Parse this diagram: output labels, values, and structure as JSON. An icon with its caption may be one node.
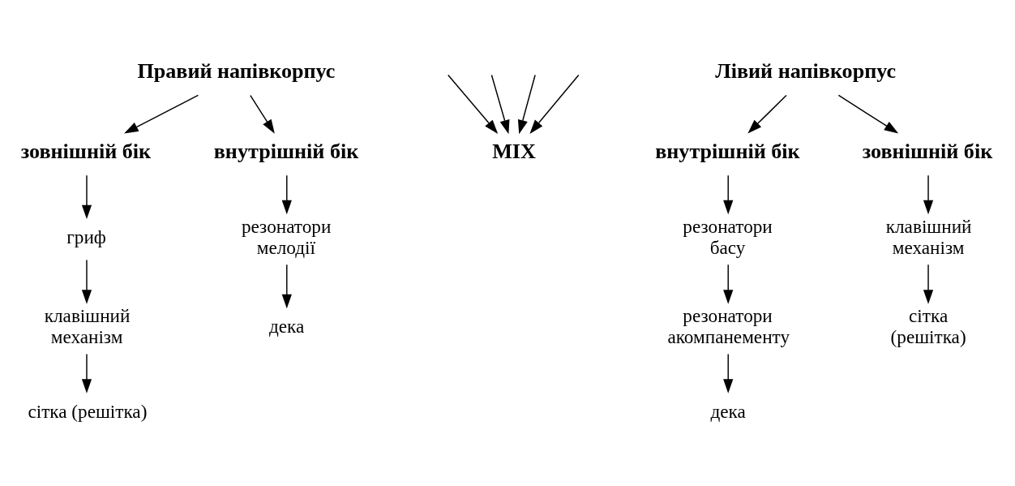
{
  "diagram": {
    "nodes": [
      {
        "text": [
          "Правий напівкорпус"
        ]
      },
      {
        "text": [
          "зовнішній бік"
        ]
      },
      {
        "text": [
          "внутрішній бік"
        ]
      },
      {
        "text": [
          "гриф"
        ]
      },
      {
        "text": [
          "клавішний механізм"
        ]
      },
      {
        "text": [
          "сітка (решітка)"
        ]
      },
      {
        "text": [
          "резонатори мелодії"
        ]
      },
      {
        "text": [
          "дека"
        ]
      },
      {
        "text": [
          "MIX"
        ]
      },
      {
        "text": [
          "Лівий напівкорпус"
        ]
      },
      {
        "text": [
          "внутрішній бік"
        ]
      },
      {
        "text": [
          "зовнішній бік"
        ]
      },
      {
        "text": [
          "резонатори басу"
        ]
      },
      {
        "text": [
          "резонатори акомпанементу"
        ]
      },
      {
        "text": [
          "дека"
        ]
      },
      {
        "text": [
          "клавішний механізм"
        ]
      },
      {
        "text": [
          "сітка (решітка)"
        ]
      }
    ],
    "edges": [
      {
        "from": 0,
        "to": 1,
        "arrow": "to"
      },
      {
        "from": 0,
        "to": 2,
        "arrow": "to"
      },
      {
        "from": 1,
        "to": 3,
        "arrow": "to"
      },
      {
        "from": 3,
        "to": 4,
        "arrow": "to"
      },
      {
        "from": 4,
        "to": 5,
        "arrow": "to"
      },
      {
        "from": 2,
        "to": 6,
        "arrow": "to"
      },
      {
        "from": 6,
        "to": 7,
        "arrow": "to"
      },
      {
        "from": null,
        "to": 8,
        "arrow": "to"
      },
      {
        "from": null,
        "to": 8,
        "arrow": "to"
      },
      {
        "from": null,
        "to": 8,
        "arrow": "to"
      },
      {
        "from": null,
        "to": 8,
        "arrow": "to"
      },
      {
        "from": 9,
        "to": 10,
        "arrow": "to"
      },
      {
        "from": 9,
        "to": 11,
        "arrow": "to"
      },
      {
        "from": 10,
        "to": 12,
        "arrow": "to"
      },
      {
        "from": 12,
        "to": 13,
        "arrow": "to"
      },
      {
        "from": 13,
        "to": 14,
        "arrow": "to"
      },
      {
        "from": 11,
        "to": 15,
        "arrow": "to"
      },
      {
        "from": 15,
        "to": 16,
        "arrow": "to"
      }
    ]
  }
}
